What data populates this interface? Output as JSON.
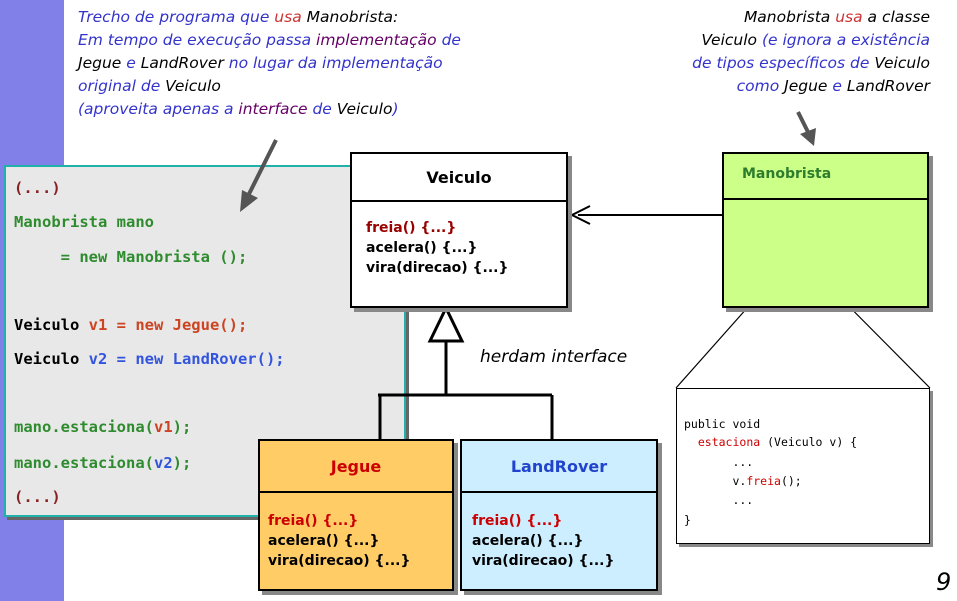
{
  "note_left": {
    "l1a": "Trecho de programa que ",
    "l1b": "usa",
    "l1c": " Manobrista:",
    "l2a": "Em tempo de execução passa ",
    "l2b": "implementação",
    "l2c": " de",
    "l3a": "Jegue",
    "l3b": " e ",
    "l3c": "LandRover",
    "l3d": " no lugar da implementação",
    "l4a": "original de ",
    "l4b": "Veiculo",
    "l5a": "(aproveita apenas a ",
    "l5b": "interface",
    "l5c": " de ",
    "l5d": "Veiculo",
    "l5e": ")"
  },
  "note_right": {
    "l1a": "Manobrista",
    "l1b": " usa",
    "l1c": " a classe",
    "l2a": "Veiculo",
    "l2b": " (e ignora a existência",
    "l3a": "de tipos específicos de ",
    "l3b": "Veiculo",
    "l4a": "como ",
    "l4b": "Jegue",
    "l4c": " e ",
    "l4d": "LandRover"
  },
  "code": {
    "l1": "(...)",
    "l2": "Manobrista mano",
    "l3": "     = new Manobrista ();",
    "l4a": "Veiculo ",
    "l4b": "v1 = new Jegue();",
    "l5a": "Veiculo ",
    "l5b": "v2 = new LandRover();",
    "l6a": "mano.estaciona(",
    "l6b": "v1",
    "l6c": ");",
    "l7a": "mano.estaciona(",
    "l7b": "v2",
    "l7c": ");",
    "l8": "(...)"
  },
  "veiculo": {
    "name": "Veiculo",
    "op1": "freia() {...}",
    "op2": "acelera() {...}",
    "op3": "vira(direcao) {...}"
  },
  "jegue": {
    "name": "Jegue",
    "op1": "freia() {...}",
    "op2": "acelera() {...}",
    "op3": "vira(direcao) {...}"
  },
  "landrover": {
    "name": "LandRover",
    "op1": "freia() {...}",
    "op2": "acelera() {...}",
    "op3": "vira(direcao) {...}"
  },
  "manobrista": {
    "name": "Manobrista"
  },
  "snippet": {
    "l1": "public void",
    "l2a": "  ",
    "l2b": "estaciona",
    "l2c": " (Veiculo v) {",
    "l3": "       ...",
    "l4a": "       v.",
    "l4b": "freia",
    "l4c": "();",
    "l5": "       ...",
    "l6": "}"
  },
  "herdam": "herdam interface",
  "page_number": "9"
}
